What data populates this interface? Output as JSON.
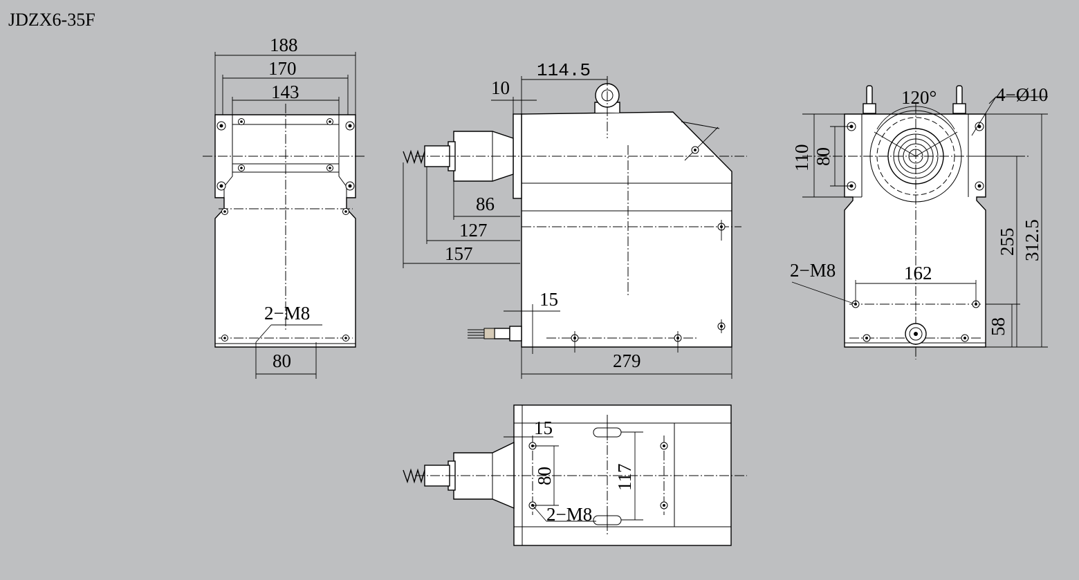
{
  "title": "JDZX6-35F",
  "front_view": {
    "width_outer": "188",
    "width_mid": "170",
    "width_inner": "143",
    "bottom_hole_spacing": "80",
    "bottom_thread": "2−M8"
  },
  "side_view": {
    "eye_offset": "114.5",
    "flange_thickness": "10",
    "dim_86": "86",
    "dim_127": "127",
    "dim_157": "157",
    "terminal_offset": "15",
    "length": "279"
  },
  "end_view": {
    "angle": "120°",
    "mount_holes": "4−Ø10",
    "height_top": "110",
    "height_inner": "80",
    "thread": "2−M8",
    "hole_spacing": "162",
    "height_255": "255",
    "height_total": "312.5",
    "height_58": "58"
  },
  "bottom_view": {
    "edge_offset": "15",
    "hole_spacing": "80",
    "slot_spacing": "117",
    "thread": "2−M8"
  }
}
